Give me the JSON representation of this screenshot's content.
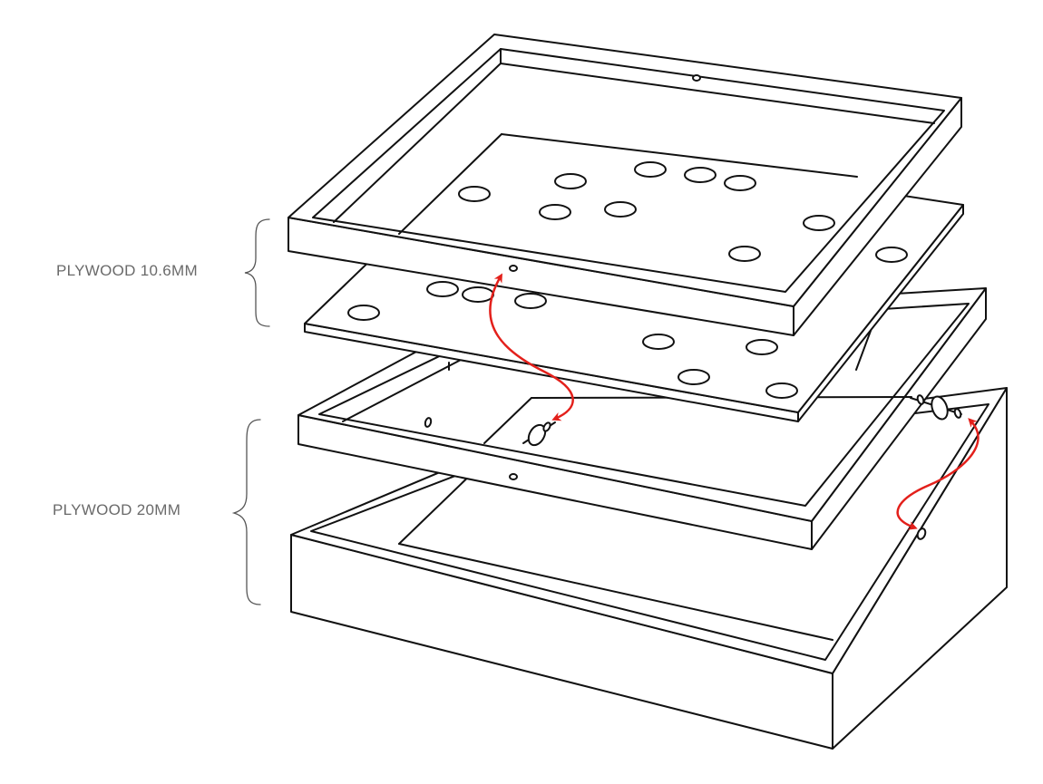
{
  "labels": {
    "upper": "PLYWOOD 10.6MM",
    "lower": "PLYWOOD 20MM"
  },
  "colors": {
    "line": "#111111",
    "fill": "#ffffff",
    "arrow": "#e3201b",
    "label": "#6a6a6a",
    "brace": "#555555"
  },
  "parts": [
    "top-frame",
    "perforated-plate",
    "middle-frame",
    "base-box",
    "locating-dowel",
    "dowel-hole"
  ]
}
